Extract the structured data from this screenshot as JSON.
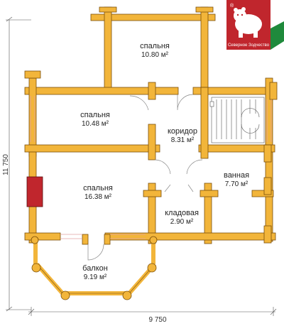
{
  "rooms": [
    {
      "id": "bedroom-1",
      "name": "спальня",
      "area": "10.80 м²"
    },
    {
      "id": "bedroom-2",
      "name": "спальня",
      "area": "10.48 м²"
    },
    {
      "id": "corridor",
      "name": "коридор",
      "area": "8.31 м²"
    },
    {
      "id": "bathroom",
      "name": "ванная",
      "area": "7.70 м²"
    },
    {
      "id": "bedroom-3",
      "name": "спальня",
      "area": "16.38 м²"
    },
    {
      "id": "storage",
      "name": "кладовая",
      "area": "2.90 м²"
    },
    {
      "id": "balcony",
      "name": "балкон",
      "area": "9.19 м²"
    }
  ],
  "dimensions": {
    "width": "9 750",
    "height": "11 750"
  },
  "logo": {
    "text": "Северное Зодчество",
    "mark": "®",
    "icon": "bear-icon",
    "colors": {
      "background": "#c0262d",
      "flag_green": "#1f8a3c"
    }
  },
  "colors": {
    "wall": "#f2b53a",
    "wall_outline": "#7a4e0a",
    "stove": "#c0262d"
  }
}
